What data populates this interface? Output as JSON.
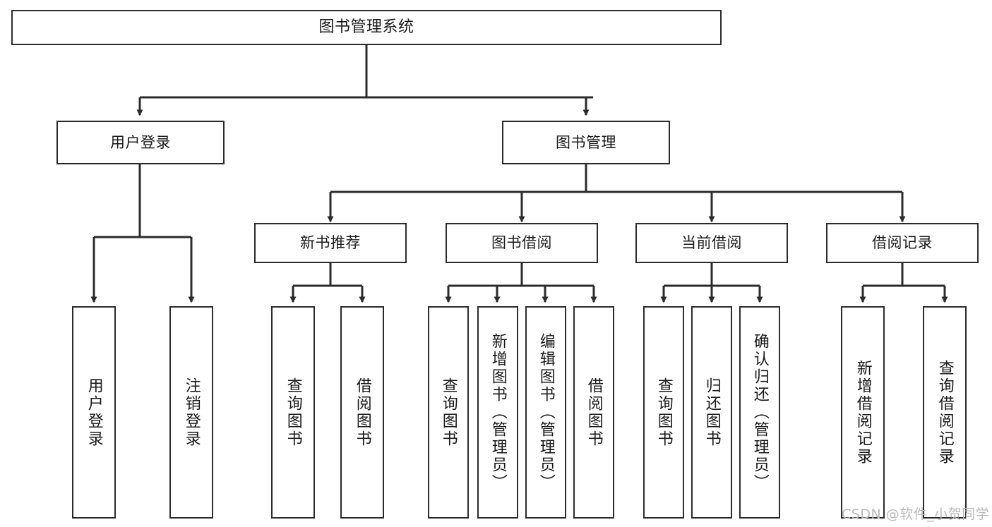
{
  "diagram": {
    "title": "图书管理系统",
    "type": "tree-hierarchy",
    "colors": {
      "box_border": "#2b2b2b",
      "box_fill": "#ffffff",
      "connector": "#2b2b2b",
      "watermark": "#b9b9b9",
      "background": "#ffffff"
    },
    "root": {
      "label": "图书管理系统"
    },
    "level2": [
      {
        "label": "用户登录"
      },
      {
        "label": "图书管理"
      }
    ],
    "level3": [
      {
        "label": "新书推荐"
      },
      {
        "label": "图书借阅"
      },
      {
        "label": "当前借阅"
      },
      {
        "label": "借阅记录"
      }
    ],
    "leaves": {
      "user_login": [
        {
          "label": "用户登录"
        },
        {
          "label": "注销登录"
        }
      ],
      "new_book_recommend": [
        {
          "label": "查询图书"
        },
        {
          "label": "借阅图书"
        }
      ],
      "book_borrow": [
        {
          "label": "查询图书"
        },
        {
          "label": "新增图书（管理员）"
        },
        {
          "label": "编辑图书（管理员）"
        },
        {
          "label": "借阅图书"
        }
      ],
      "current_borrow": [
        {
          "label": "查询图书"
        },
        {
          "label": "归还图书"
        },
        {
          "label": "确认归还（管理员）"
        }
      ],
      "borrow_record": [
        {
          "label": "新增借阅记录"
        },
        {
          "label": "查询借阅记录"
        }
      ]
    }
  },
  "watermark": {
    "text": "CSDN @软件_小贺同学"
  }
}
